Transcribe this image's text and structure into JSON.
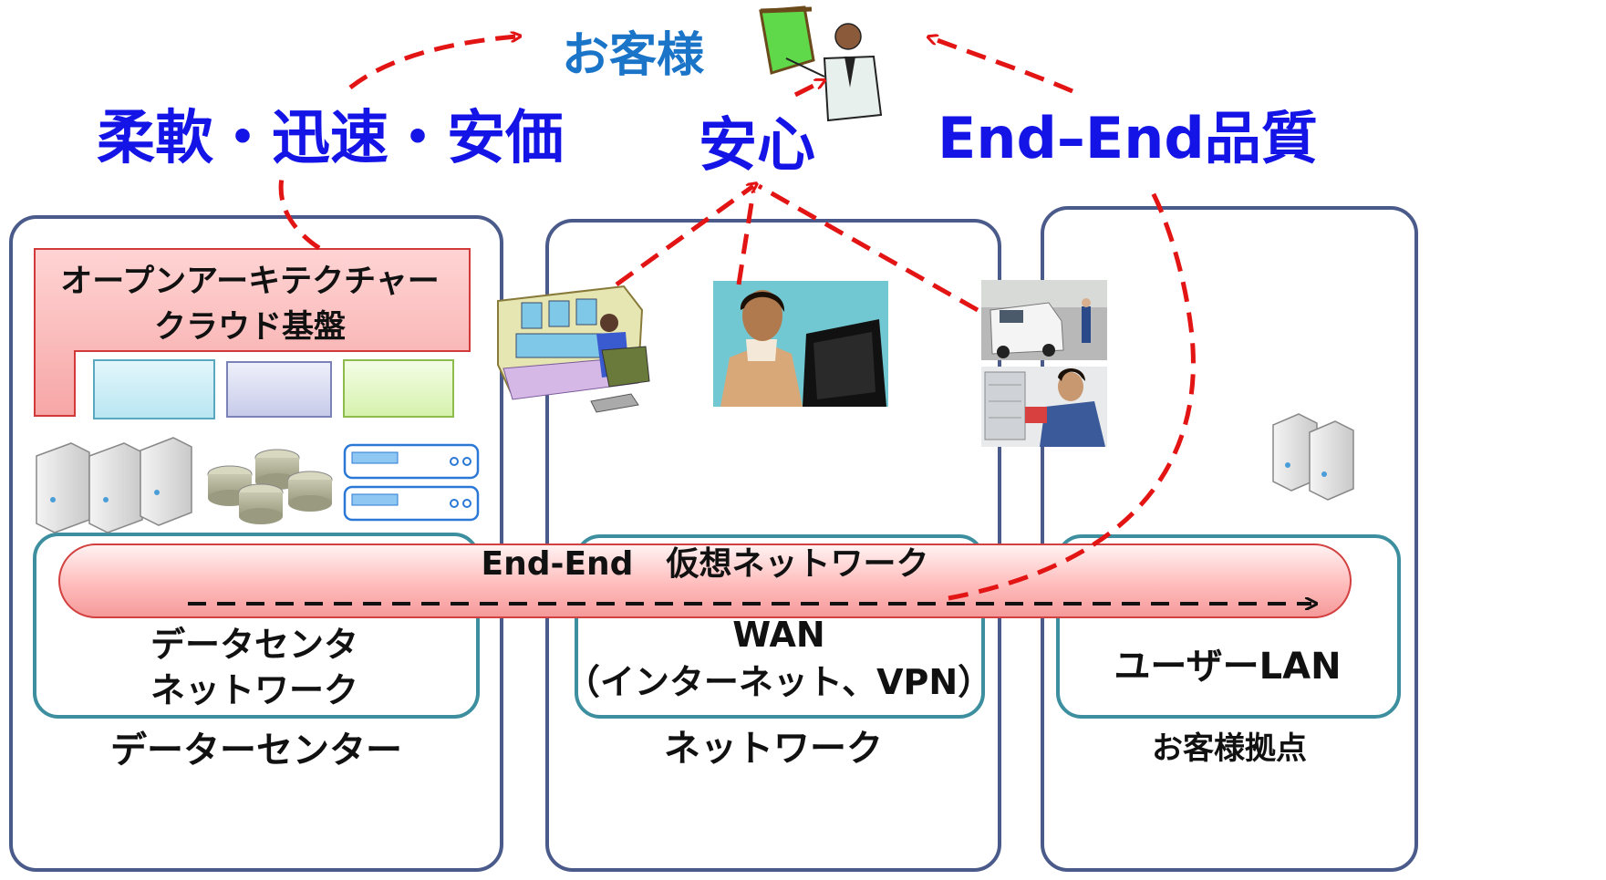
{
  "customer": {
    "label": "お客様"
  },
  "values": {
    "left": "柔軟・迅速・安価",
    "center": "安心",
    "right": "End–End品質"
  },
  "datacenter": {
    "cloud_title": "オープンアーキテクチャー\nクラウド基盤",
    "network_label": "データセンタ\nネットワーク",
    "footer": "データーセンター"
  },
  "network": {
    "wan_label": "WAN\n（インターネット、VPN）",
    "footer": "ネットワーク"
  },
  "site": {
    "lan_label": "ユーザーLAN",
    "footer": "お客様拠点"
  },
  "pipe": {
    "label": "End-End　仮想ネットワーク"
  },
  "colors": {
    "accent_blue": "#1414e6",
    "customer_blue": "#1a74c8",
    "panel_border": "#4a5a8a",
    "net_border": "#3d8fa0",
    "arrow_red": "#e31414",
    "pipe_fill": "#ffbcbc"
  },
  "icons": [
    "presenter-icon",
    "control-room-icon",
    "operator-headset-icon",
    "service-van-photo",
    "technician-photo",
    "server-icon",
    "storage-disk-icon",
    "rack-appliance-icon"
  ]
}
